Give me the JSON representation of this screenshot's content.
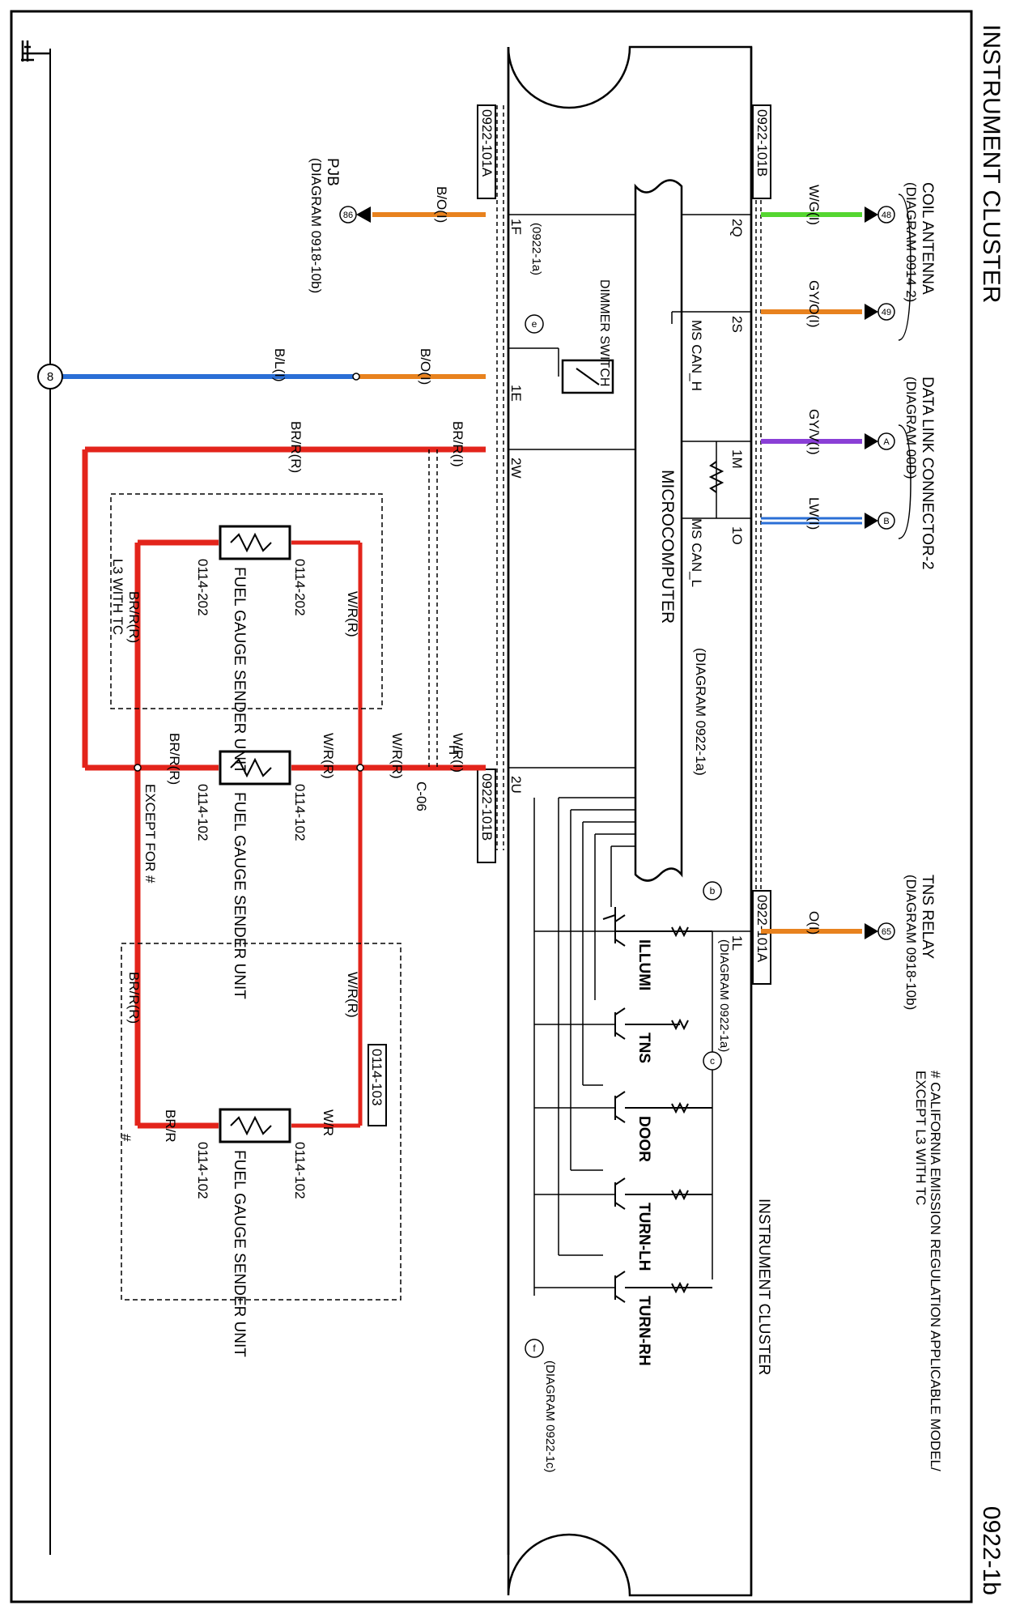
{
  "page": {
    "title": "INSTRUMENT CLUSTER",
    "page_id": "0922-1b"
  },
  "notes": {
    "line1": "# CALIFORNIA EMISSION REGULATION APPLICABLE MODEL/",
    "line2": "EXCEPT L3 WITH TC"
  },
  "cluster": {
    "label": "INSTRUMENT CLUSTER",
    "microcomputer": "MICROCOMPUTER",
    "micro_ref": "(DIAGRAM 0922-1a)",
    "dimmer": "DIMMER SWITCH",
    "ms_can_h": "MS CAN_H",
    "ms_can_l": "MS CAN_L"
  },
  "connectors": {
    "c101a_top": "0922-101A",
    "c101a_bottom": "0922-101A",
    "c101b_top": "0922-101B",
    "c101b_bottom": "0922-101B",
    "c06": "C-06",
    "c06_pin": "H",
    "j103": "0114-103"
  },
  "external": {
    "coil_antenna": {
      "title": "COIL ANTENNA",
      "ref": "(DIAGRAM 0914-2)"
    },
    "data_link": {
      "title": "DATA LINK CONNECTOR-2",
      "ref": "(DIAGRAM 00D)"
    },
    "tns_relay": {
      "title": "TNS RELAY",
      "ref": "(DIAGRAM 0918-10b)"
    },
    "pjb": {
      "title": "PJB",
      "ref": "(DIAGRAM 0918-10b)"
    }
  },
  "pins": {
    "p2Q": "2Q",
    "p2S": "2S",
    "p1M": "1M",
    "p1O": "1O",
    "p1L": "1L",
    "p1F": "1F",
    "p1E": "1E",
    "p2W": "2W",
    "p2U": "2U",
    "ref_1a": "(0922-1a)",
    "ref_1L": "(DIAGRAM 0922-1a)",
    "ref_f": "(DIAGRAM 0922-1c)"
  },
  "wires": {
    "wg": "W/G(I)",
    "gyo": "GY/O(I)",
    "gyv": "GY/V(I)",
    "lw": "LW(I)",
    "oi": "O(I)",
    "bo_top": "B/O(I)",
    "bo_mid": "B/O(I)",
    "bl": "B/L(I)",
    "brr_top": "BR/R(I)",
    "brr_outer": "BR/R(R)",
    "brr_a": "BR/R(R)",
    "brr_b": "BR/R(R)",
    "brr_c": "BR/R(R)",
    "br_r": "BR/R",
    "wr_in": "W/R(I)",
    "wr_mid": "W/R(R)",
    "wr_a": "W/R(R)",
    "wr_b": "W/R(R)",
    "wr_c": "W/R(R)",
    "w_r": "W/R"
  },
  "circles": {
    "c48": "48",
    "c49": "49",
    "cA": "A",
    "cB": "B",
    "c65": "65",
    "c86": "86",
    "c8": "8",
    "ce": "e",
    "cb": "b",
    "cc": "c",
    "cf": "f"
  },
  "sensors": [
    {
      "name": "FUEL GAUGE SENDER UNIT",
      "top": "0114-202",
      "bottom": "0114-202",
      "note": "L3 WITH TC"
    },
    {
      "name": "FUEL GAUGE SENDER UNIT",
      "top": "0114-102",
      "bottom": "0114-102",
      "note": "EXCEPT FOR #"
    },
    {
      "name": "FUEL GAUGE SENDER UNIT",
      "top": "0114-102",
      "bottom": "0114-102",
      "note": "#"
    }
  ],
  "indicators": [
    "ILLUMI",
    "TNS",
    "DOOR",
    "TURN-LH",
    "TURN-RH"
  ],
  "colors": {
    "green": "#55d630",
    "orange": "#e8821e",
    "violet": "#8a3fd6",
    "blue": "#2a6fd6",
    "red": "#e3241b",
    "black": "#000000"
  }
}
